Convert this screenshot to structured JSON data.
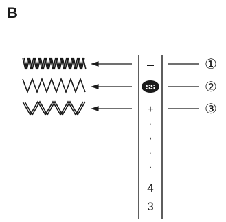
{
  "section_label": "B",
  "dial": {
    "minus": "–",
    "center_badge": "SS",
    "plus": "+",
    "dots": [
      "·",
      "·",
      "·",
      "·"
    ],
    "numbers": [
      "4",
      "3"
    ]
  },
  "callouts": [
    "①",
    "②",
    "③"
  ],
  "stitch_samples": [
    "dense-zigzag",
    "medium-zigzag",
    "wide-zigzag"
  ],
  "colors": {
    "ink": "#1a1a1a",
    "badge_bg": "#1a1a1a",
    "badge_text": "#ffffff"
  }
}
